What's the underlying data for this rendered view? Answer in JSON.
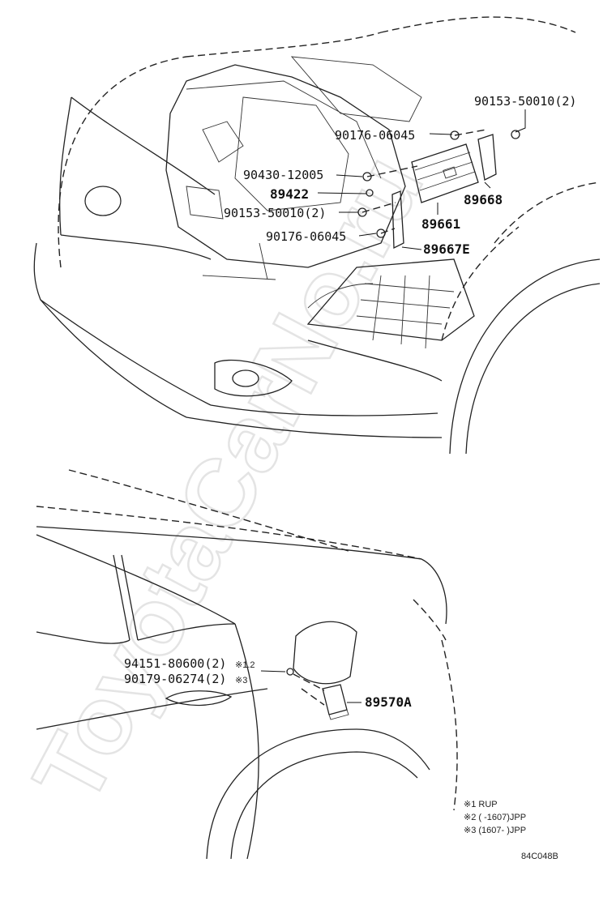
{
  "watermark": "ToyotaCarNo.ru",
  "top_labels": {
    "p1": "90153-50010(2)",
    "p2": "90176-06045",
    "p3": "90430-12005",
    "p4": "89422",
    "p5": "90153-50010(2)",
    "p6": "90176-06045",
    "p7": "89668",
    "p8": "89661",
    "p9": "89667E"
  },
  "bottom_labels": {
    "p1": "94151-80600(2)",
    "p1_mark": "※1.2",
    "p2": "90179-06274(2)",
    "p2_mark": "※3",
    "p3": "89570A"
  },
  "notes": [
    "※1 RUP",
    "※2 (      -1607)JPP",
    "※3 (1607-      )JPP"
  ],
  "diagram_code": "84C048B"
}
